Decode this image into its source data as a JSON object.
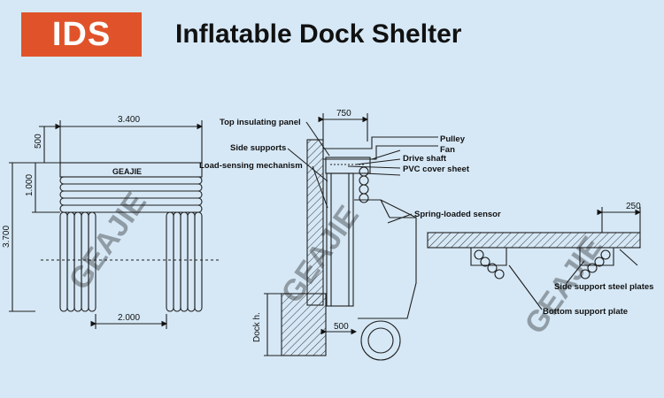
{
  "header": {
    "logo_text": "IDS",
    "title": "Inflatable Dock Shelter"
  },
  "front_view": {
    "dim_width_top": "3.400",
    "dim_top_section": "500",
    "dim_bag": "1.000",
    "dim_height": "3.700",
    "dim_opening": "2.000",
    "brand_mark": "GEAJIE"
  },
  "side_view": {
    "dim_depth": "750",
    "dim_bottom": "500",
    "dim_dock_height": "Dock h.",
    "labels": {
      "top_panel": "Top insulating panel",
      "side_supports": "Side supports",
      "load_sensing": "Load-sensing mechanism",
      "pulley": "Pulley",
      "fan": "Fan",
      "drive_shaft": "Drive shaft",
      "pvc_cover": "PVC cover sheet",
      "spring_sensor": "Spring-loaded sensor"
    }
  },
  "plan_view": {
    "dim_width": "250",
    "labels": {
      "side_steel_plates": "Side support steel plates",
      "bottom_plate": "Bottom support plate"
    }
  },
  "watermark": "GEAJIE",
  "colors": {
    "logo_bg": "#e0532a",
    "background": "#d6e8f6",
    "line": "#1f1f1f"
  }
}
